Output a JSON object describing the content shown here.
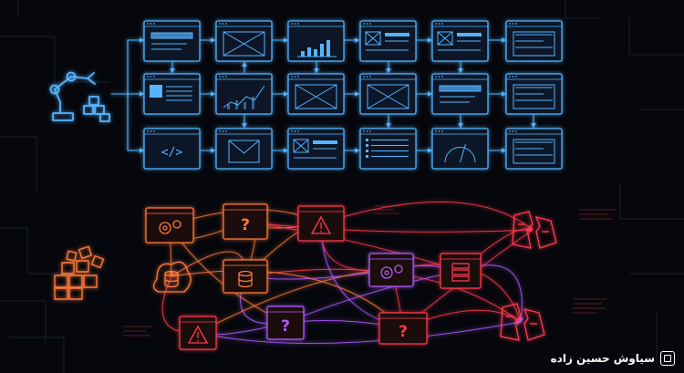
{
  "colors": {
    "background": "#05070c",
    "blue": "#2f8cff",
    "blue_glow": "#56b4ff",
    "orange": "#ff7a3a",
    "red": "#ff3b4e",
    "purple": "#b05cff",
    "divider": "#3a8dff"
  },
  "top_section": {
    "nodes": [
      {
        "id": "t1",
        "icon": "form-window"
      },
      {
        "id": "t2",
        "icon": "image-window"
      },
      {
        "id": "t3",
        "icon": "bar-chart-window"
      },
      {
        "id": "t4",
        "icon": "image-form-window"
      },
      {
        "id": "t5",
        "icon": "image-form-window"
      },
      {
        "id": "t6",
        "icon": "list-window"
      },
      {
        "id": "t7",
        "icon": "text-window"
      },
      {
        "id": "t8",
        "icon": "line-chart-window"
      },
      {
        "id": "t9",
        "icon": "image-window"
      },
      {
        "id": "t10",
        "icon": "image-window"
      },
      {
        "id": "t11",
        "icon": "form-window"
      },
      {
        "id": "t12",
        "icon": "list-window"
      },
      {
        "id": "t13",
        "icon": "code-window"
      },
      {
        "id": "t14",
        "icon": "mail-window"
      },
      {
        "id": "t15",
        "icon": "image-form-window"
      },
      {
        "id": "t16",
        "icon": "table-window"
      },
      {
        "id": "t17",
        "icon": "gauge-window"
      },
      {
        "id": "t18",
        "icon": "list-window"
      }
    ],
    "robot_icon": "robot-arm-icon"
  },
  "bottom_section": {
    "nodes": [
      {
        "id": "b1",
        "icon": "gears-window",
        "color": "orange"
      },
      {
        "id": "b2",
        "icon": "question-window",
        "color": "orange"
      },
      {
        "id": "b3",
        "icon": "warning-window",
        "color": "red"
      },
      {
        "id": "b4",
        "icon": "database-cloud",
        "color": "orange"
      },
      {
        "id": "b5",
        "icon": "database-window",
        "color": "orange"
      },
      {
        "id": "b6",
        "icon": "gears-window",
        "color": "purple"
      },
      {
        "id": "b7",
        "icon": "server-window",
        "color": "red"
      },
      {
        "id": "b8",
        "icon": "broken-page",
        "color": "red"
      },
      {
        "id": "b9",
        "icon": "warning-window",
        "color": "red"
      },
      {
        "id": "b10",
        "icon": "question-window",
        "color": "purple"
      },
      {
        "id": "b11",
        "icon": "question-window",
        "color": "red"
      },
      {
        "id": "b12",
        "icon": "broken-page",
        "color": "red"
      }
    ],
    "boxes_icon": "scattered-boxes-icon"
  },
  "brand": {
    "text": "سیاوش حسین زاده",
    "icon": "brand-chip-icon"
  }
}
